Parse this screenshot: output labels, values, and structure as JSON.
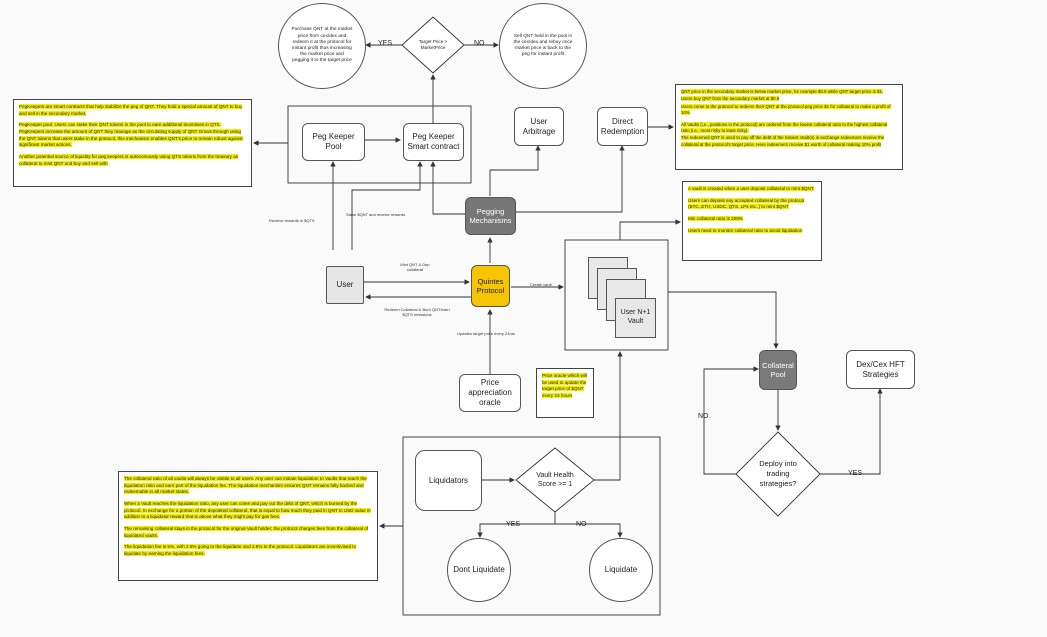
{
  "nodes": {
    "purchase_circle": "Purchase QNT at the market price from cex/dex and redeem it at the protocol for instant profit thus increasing the market price and pegging it to the target price",
    "target_diamond": "Target Price > MarketPrice",
    "sell_circle": "Sell QNT held in the pool in the cex/dex and rebuy once market price is back to the peg for instant profit",
    "peg_keeper_pool": "Peg Keeper Pool",
    "peg_keeper_contract": "Peg Keeper Smart contract",
    "user_arbitrage": "User Arbitrage",
    "direct_redemption": "Direct Redemption",
    "pegging_mechanisms": "Pegging Mechanisms",
    "user": "User",
    "quintes_protocol": "Quintes Protocol",
    "user_vault": "User N+1 Vault",
    "collateral_pool": "Collateral Pool",
    "dex_cex": "Dex/Cex HFT Strategies",
    "price_oracle": "Price appreciation oracle",
    "liquidators": "Liquidators",
    "vault_health": "Vault Health Score >= 1",
    "dont_liquidate": "Dont Liquidate",
    "liquidate": "Liquidate",
    "deploy_diamond": "Deploy into trading strategies?"
  },
  "edge_labels": {
    "yes_top": "YES",
    "no_top": "NO",
    "receive_rewards": "Receive rewards in $QTS",
    "stake": "Stake $QNT and receive rewards",
    "mint": "Mint QNT & Dep collateral",
    "redeem": "Redeem Collateral & Burn QNT/earn $QTS emissions",
    "create_vault": "Create vault",
    "updates_price": "Updates target price every 24hrs",
    "yes_health": "YES",
    "no_health": "NO",
    "no_deploy": "NO",
    "yes_deploy": "YES"
  },
  "notes": {
    "pegkeeper": [
      "PegKeepers are smart contracts that help stabilize the peg of QNT. They hold a special amount of QNT to buy and sell in the secondary market.",
      "PegKeeper pool: Users can stake their QNT tokens in the pool to earn additional incentives in QTS. PegKeepers increase the amount of QNT they manage as the circulating supply of QNT Grows through using the QNT tokens that users stake in the protocol, this mechanism enables QNT's price to remain robust against significant market actions.",
      "Another potential source of liquidity for peg keepers is autonomously using QTS tokens from the treasury as collateral to mint QNT and buy and sell with"
    ],
    "redemption": [
      "QNT price in the secondary market is below market price, for example $0.9 while QNT target price is $1.",
      "Users buy QNT from the secondary market at $0.9",
      "Users come to the protocol to redeem their QNT at the protocol peg price $1 for collateral to make a profit of 10%",
      "All Vaults (i.e., positions in the protocol) are ordered from the lowest collateral ratio to the highest collateral ratio (i.e., most risky to least risky).",
      "The redeemed QNT is used to pay off the debt of the riskiest Vault(s) in exchange redeemers receive the collateral at the protocol's target price. Here redeemers receive $1 worth of collateral making 10% profit"
    ],
    "vault": [
      "A vault is created when a user deposit collateral to mint $QNT.",
      "Users can deposit any accepted collateral by the protocol (BTC, ETH, USDC, QTS, LPs etc..) to mint $QNT",
      "Min collateral ratio is 200%",
      "Users need to monitor collateral ratio to avoid liquidation"
    ],
    "oracle": "Price oracle which will be used to update the target price of $QNT every 24 hours",
    "liquidation": [
      "The collateral ratio of all vaults will always be visible to all users. Any user can initiate liquidation to Vaults that reach the liquidation ratio and earn part of the liquidation fee. The liquidation mechanism ensures QNT remains fully backed and redeemable in all market states.",
      "When a Vault reaches the liquidation ratio, any user can come and pay out the debt of QNT, which is burned by the protocol. In exchange for a portion of the deposited collateral, that is equal to how much they paid in QNT in USD value in addition to a liquidator reward that is above what they might pay for gas fees.",
      "The remaining collateral stays in the protocol for the original Vault holder; the protocol charges fees from the collateral of liquidated vaults.",
      "The liquidation fee is 5%, with 2.5% going to the liquidator and 2.5% to the protocol. Liquidators are incentivised to liquidate by earning the liquidation fees."
    ]
  },
  "colors": {
    "highlight": "#f5f000",
    "pegging_fill": "#777777",
    "quintes_fill": "#f6c400",
    "collateral_fill": "#7a7a7a",
    "user_fill": "#e6e6e6"
  }
}
